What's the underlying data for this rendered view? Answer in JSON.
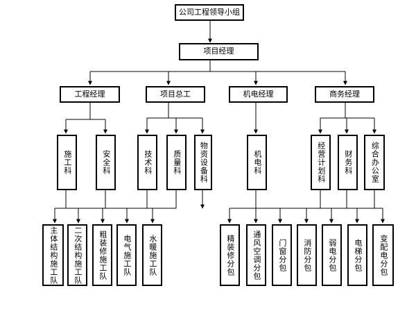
{
  "org_chart": {
    "root": "公司工程领导小组",
    "pm": "项目经理",
    "managers": [
      "工程经理",
      "项目总工",
      "机电经理",
      "商务经理"
    ],
    "departments": [
      "施工科",
      "安全科",
      "技术科",
      "质量科",
      "物资设备科",
      "机电科",
      "经营计划科",
      "财务科",
      "综合办公室"
    ],
    "subcontractors": [
      "主体结构施工队",
      "二次结构施工队",
      "粗装修施工队",
      "电气施工队",
      "水暖施工队",
      "精装修分包",
      "通风空调分包",
      "门窗分包",
      "消防分包",
      "弱电分包",
      "电梯分包",
      "变配电分包"
    ]
  }
}
